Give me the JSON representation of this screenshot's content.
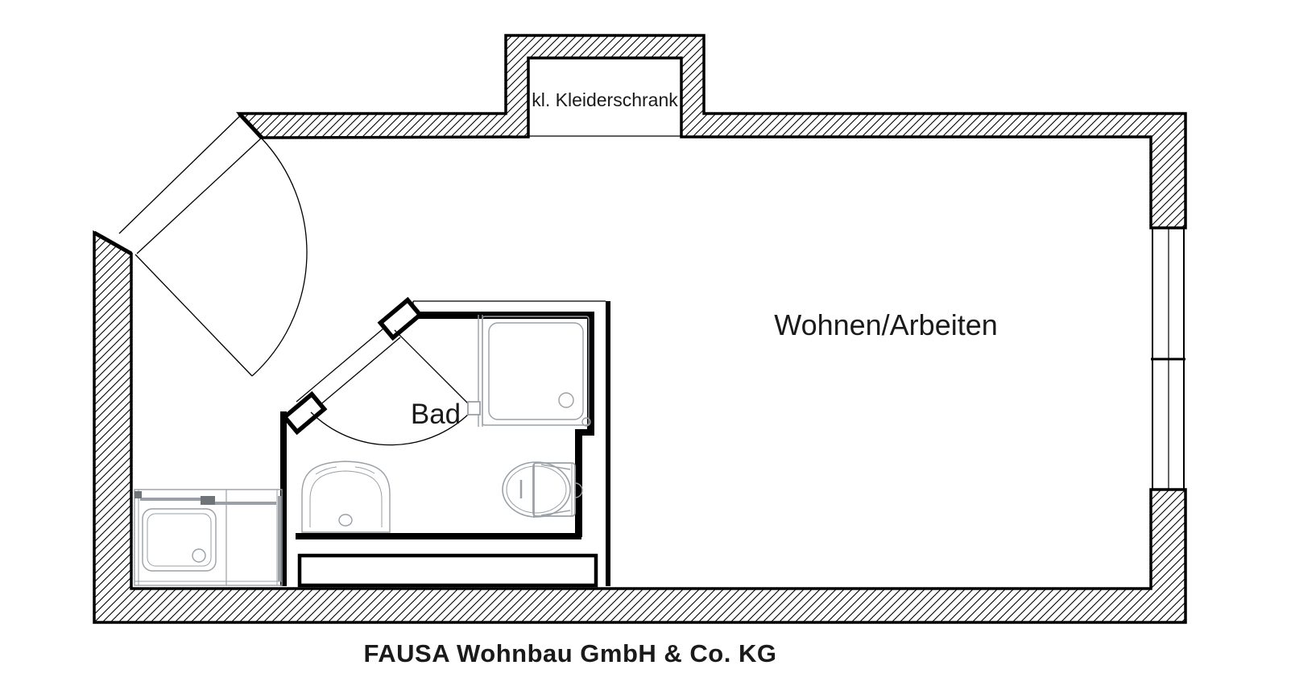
{
  "labels": {
    "closet": "kl. Kleiderschrank",
    "bathroom": "Bad",
    "living_working": "Wohnen/Arbeiten",
    "company_footer": "FAUSA Wohnbau GmbH & Co. KG"
  },
  "colors": {
    "line": "#000000",
    "fixture_gray": "#9aa0a5",
    "fixture_dark": "#6f7478",
    "company_text": "#4a50b4",
    "background": "#ffffff"
  },
  "plan": {
    "type": "apartment-floor-plan",
    "rooms_visible": [
      "kl. Kleiderschrank",
      "Bad",
      "Wohnen/Arbeiten"
    ],
    "fixtures_visible": [
      "shower-cabin-entry",
      "shower-cabin-bath",
      "washbasin",
      "toilet"
    ],
    "openings_visible": [
      "entrance-door-diagonal",
      "bathroom-door-diagonal",
      "window-right-upper",
      "window-right-lower",
      "closet-niche"
    ]
  }
}
